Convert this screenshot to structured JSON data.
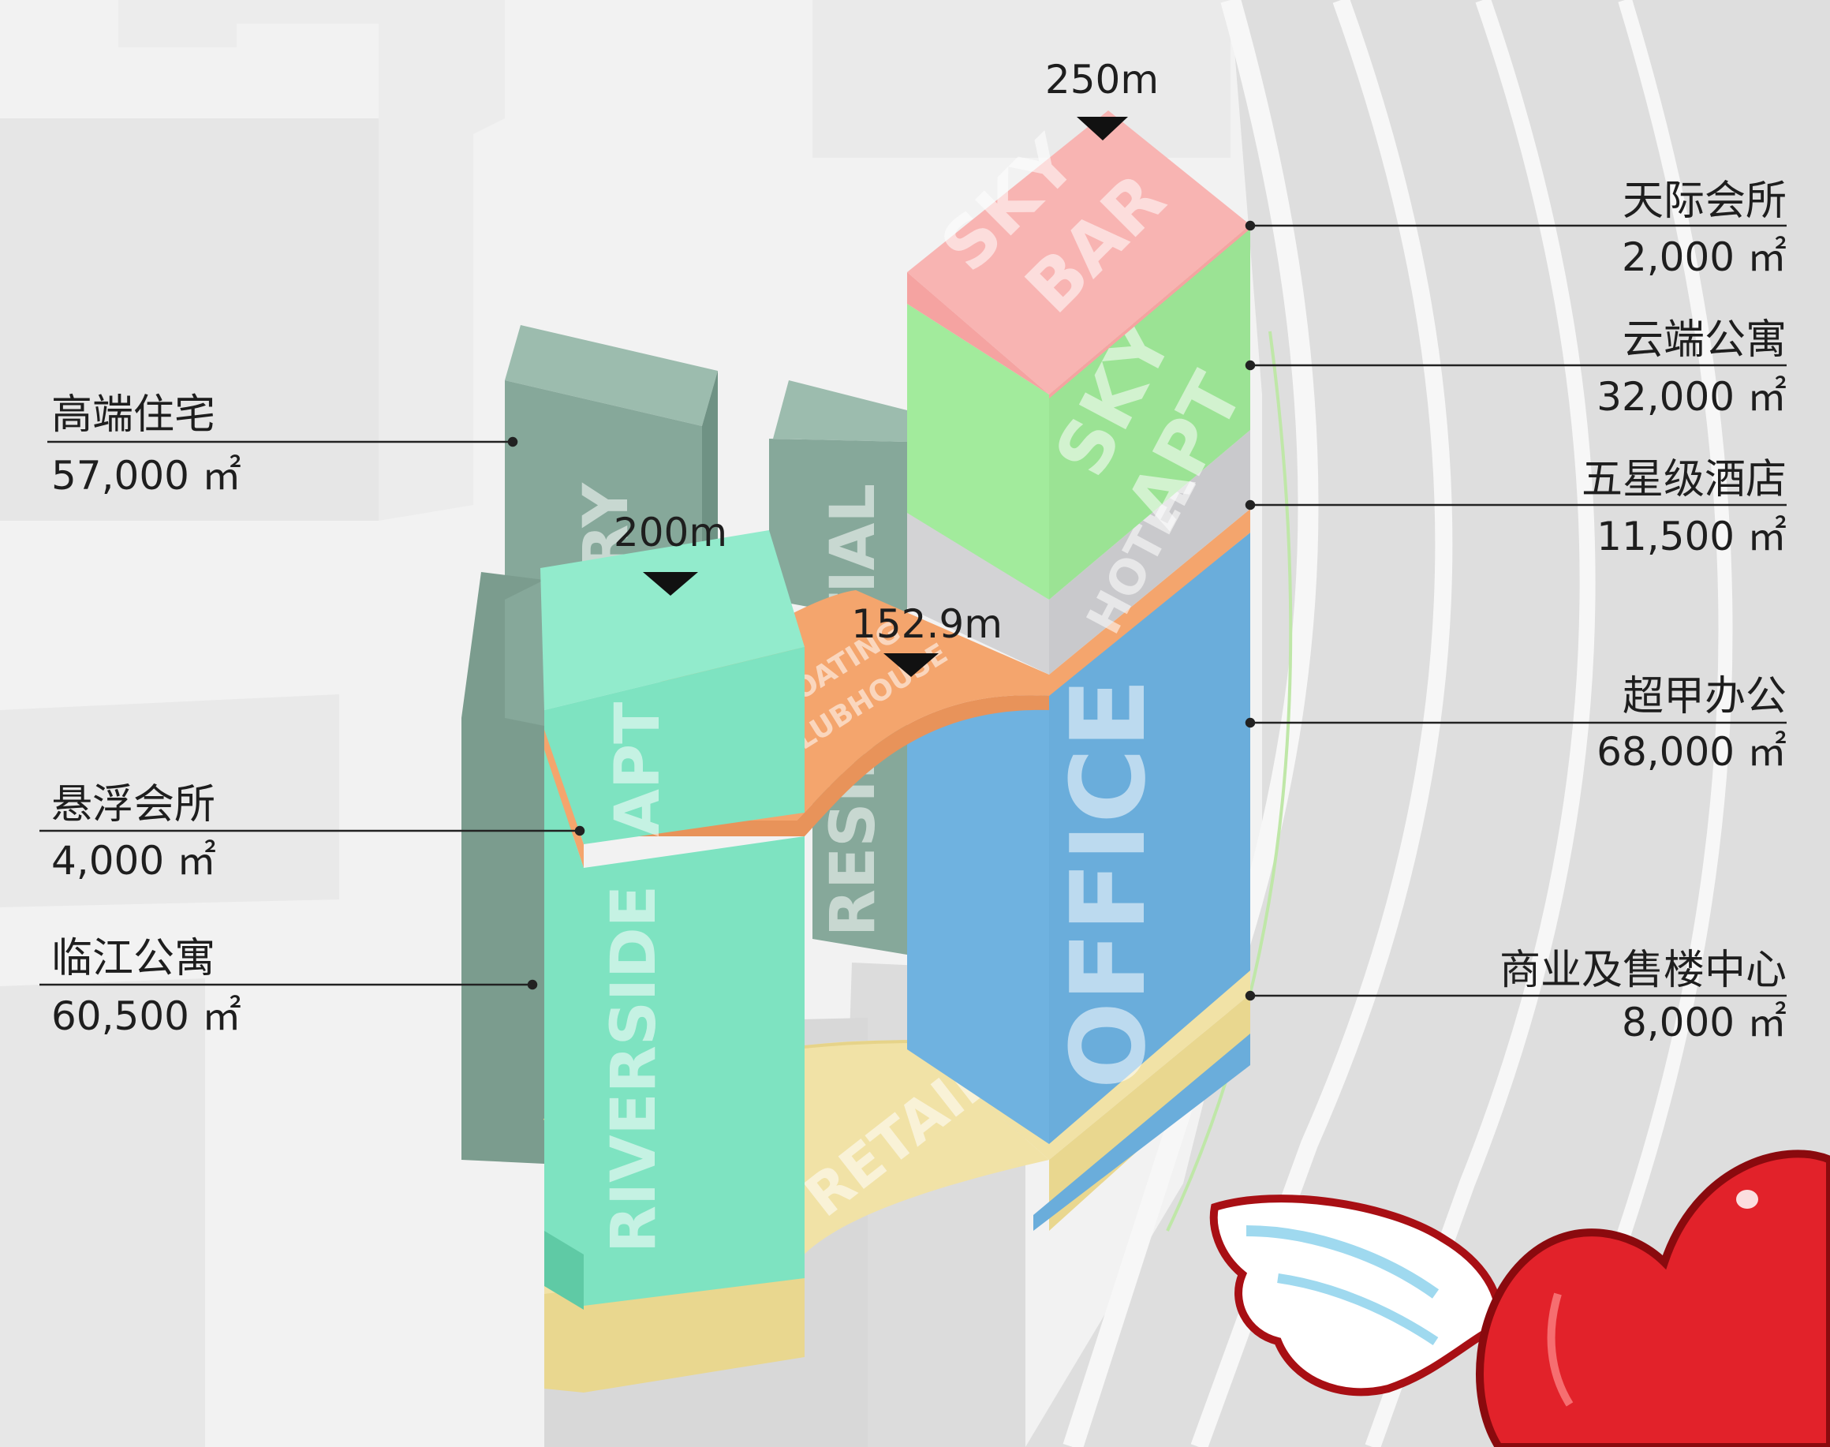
{
  "heights": {
    "h250": "250m",
    "h200": "200m",
    "h152": "152.9m"
  },
  "building_labels": {
    "sky_bar_1": "SKY",
    "sky_bar_2": "BAR",
    "sky_apt_1": "SKY",
    "sky_apt_2": "APT",
    "hotel": "HOTEL",
    "office": "OFFICE",
    "luxury": "URY",
    "residential": "RESIDENTIAL",
    "apt": "APT",
    "riverside": "RIVERSIDE",
    "clubhouse_1": "FLOATING",
    "clubhouse_2": "CLUBHOUSE",
    "retail": "RETAIL"
  },
  "callouts_left": [
    {
      "name": "高端住宅",
      "area": "57,000 ㎡"
    },
    {
      "name": "悬浮会所",
      "area": "4,000 ㎡"
    },
    {
      "name": "临江公寓",
      "area": "60,500 ㎡"
    }
  ],
  "callouts_right": [
    {
      "name": "天际会所",
      "area": "2,000 ㎡"
    },
    {
      "name": "云端公寓",
      "area": "32,000 ㎡"
    },
    {
      "name": "五星级酒店",
      "area": "11,500 ㎡"
    },
    {
      "name": "超甲办公",
      "area": "68,000 ㎡"
    },
    {
      "name": "商业及售楼中心",
      "area": "8,000 ㎡"
    }
  ],
  "colors": {
    "sky_bar": "#f8b4b2",
    "sky_apt": "#a2eb9c",
    "hotel": "#d3d3d5",
    "office": "#6fb2e0",
    "luxury": "#86a89a",
    "riverside": "#7ee3c1",
    "clubhouse": "#f4a56d",
    "retail": "#f1e2a6",
    "heart": "#e2222a"
  }
}
